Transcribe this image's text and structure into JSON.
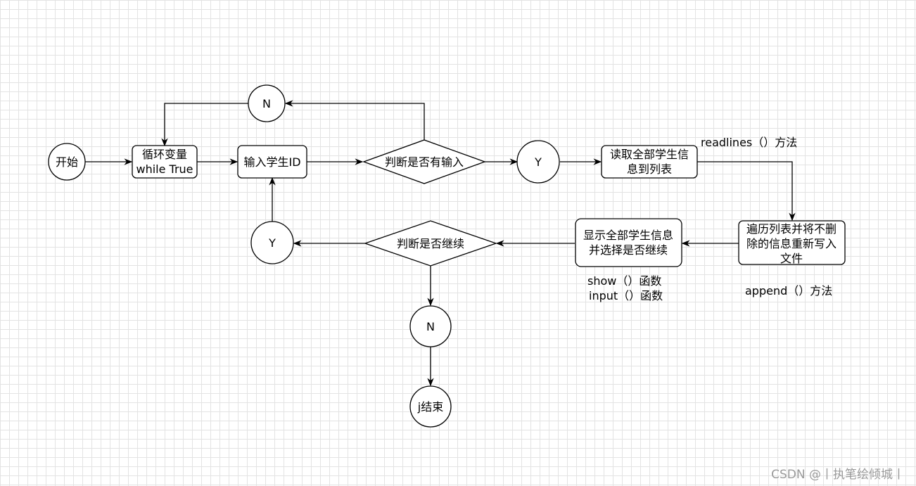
{
  "nodes": {
    "start": "开始",
    "loop": [
      "循环变量",
      "while True"
    ],
    "input": "输入学生ID",
    "check_input": "判断是否有输入",
    "n_top": "N",
    "y_mid": "Y",
    "read": [
      "读取全部学生信",
      "息到列表"
    ],
    "traverse": [
      "遍历列表并将不删",
      "除的信息重新写入",
      "文件"
    ],
    "show": [
      "显示全部学生信息",
      "并选择是否继续"
    ],
    "check_continue": "判断是否继续",
    "y_left": "Y",
    "n_bottom": "N",
    "end": "j结束"
  },
  "annotations": {
    "readlines": "readlines（）方法",
    "append": "append（）方法",
    "show_func": "show（）函数",
    "input_func": "input（）函数"
  },
  "watermark": "CSDN @丨执笔绘倾城丨"
}
